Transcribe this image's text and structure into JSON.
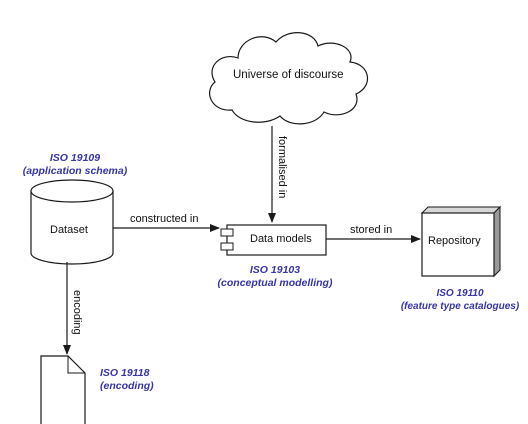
{
  "nodes": {
    "universe": "Universe of discourse",
    "dataset": "Dataset",
    "data_models": "Data models",
    "repository": "Repository"
  },
  "edges": {
    "formalised_in": "formalised in",
    "constructed_in": "constructed in",
    "stored_in": "stored in",
    "encoding": "encoding"
  },
  "standards": {
    "iso19109": {
      "code": "ISO 19109",
      "desc": "(application schema)"
    },
    "iso19103": {
      "code": "ISO 19103",
      "desc": "(conceptual modelling)"
    },
    "iso19110": {
      "code": "ISO 19110",
      "desc": "(feature type catalogues)"
    },
    "iso19118": {
      "code": "ISO 19118",
      "desc": "(encoding)"
    }
  },
  "colors": {
    "standard_text": "#3535a8",
    "line": "#1a1a1a",
    "shade": "#9a9a9a"
  }
}
